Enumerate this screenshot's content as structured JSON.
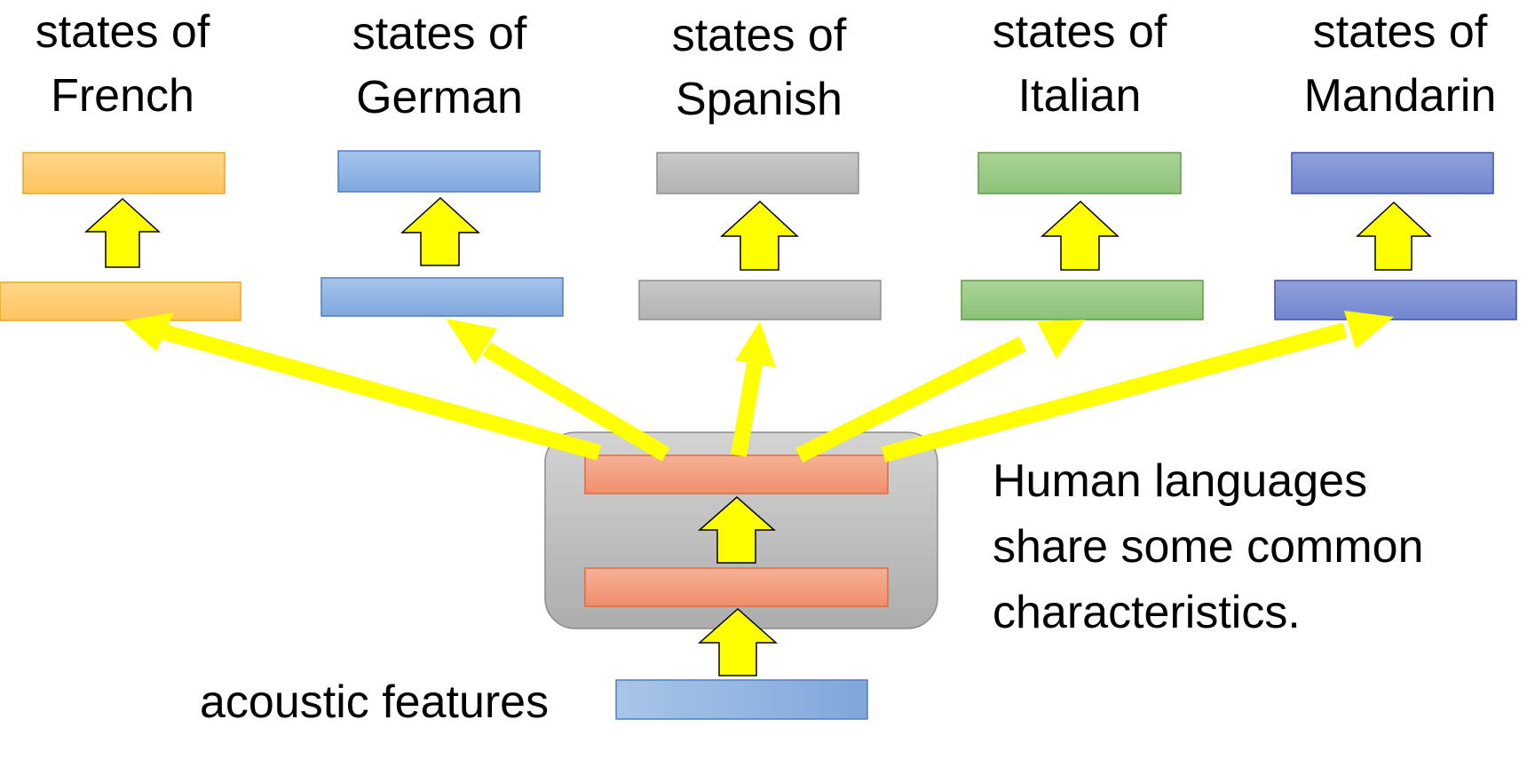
{
  "languages": [
    {
      "line1": "states of",
      "line2": "French",
      "color": "#FFC966"
    },
    {
      "line1": "states of",
      "line2": "German",
      "color": "#8EB4E3"
    },
    {
      "line1": "states of",
      "line2": "Spanish",
      "color": "#BFBFBF"
    },
    {
      "line1": "states of",
      "line2": "Italian",
      "color": "#9DCB8A"
    },
    {
      "line1": "states of",
      "line2": "Mandarin",
      "color": "#7F94D6"
    }
  ],
  "note": {
    "line1": "Human languages",
    "line2": "share some common",
    "line3": "characteristics."
  },
  "input_label": "acoustic features",
  "colors": {
    "arrow": "#FFFF00",
    "shared_layer": "#F4A07F",
    "shared_box": "#BEBEBE",
    "input_layer": "#8DB3E2"
  }
}
